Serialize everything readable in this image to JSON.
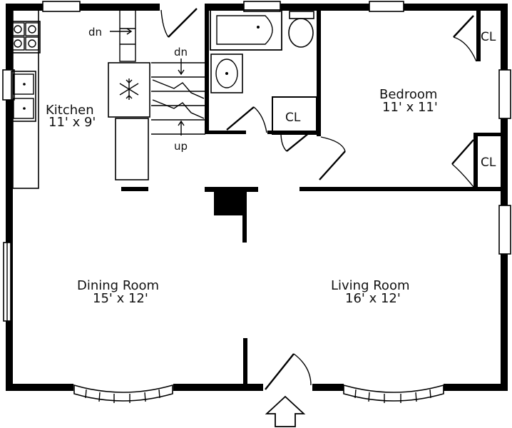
{
  "plan": {
    "kitchen": {
      "name": "Kitchen",
      "size": "11' x 9'"
    },
    "bedroom": {
      "name": "Bedroom",
      "size": "11' x 11'"
    },
    "dining": {
      "name": "Dining Room",
      "size": "15' x 12'"
    },
    "living": {
      "name": "Living Room",
      "size": "16' x 12'"
    },
    "closet_label": "CL",
    "stairs": {
      "down": "dn",
      "up": "up"
    }
  },
  "icons": {
    "stove": "stove-icon",
    "sink": "sink-icon",
    "fridge": "snowflake-icon",
    "entry": "entry-arrow-icon"
  }
}
